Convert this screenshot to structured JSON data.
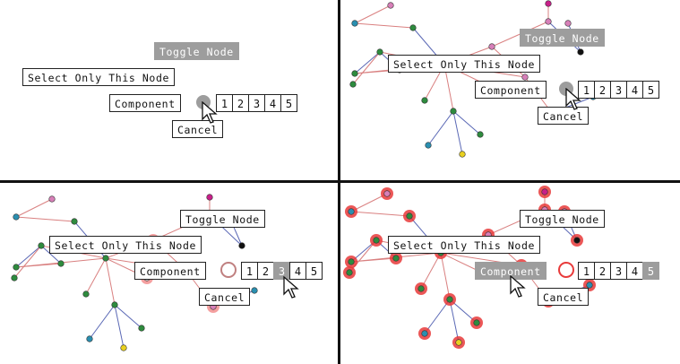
{
  "menu": {
    "toggle_node": "Toggle Node",
    "select_only": "Select Only This Node",
    "component": "Component",
    "cancel": "Cancel",
    "component_numbers": [
      "1",
      "2",
      "3",
      "4",
      "5"
    ]
  },
  "panels": [
    {
      "id": "top-left",
      "highlight_number": null,
      "component_highlighted": false,
      "show_graph": false
    },
    {
      "id": "top-right",
      "highlight_number": null,
      "component_highlighted": false,
      "show_graph": true
    },
    {
      "id": "bottom-left",
      "highlight_number": "3",
      "component_highlighted": false,
      "show_graph": true
    },
    {
      "id": "bottom-right",
      "highlight_number": "5",
      "component_highlighted": true,
      "show_graph": true
    }
  ],
  "colors": {
    "edge_red": "#d98080",
    "edge_blue": "#5a68b5",
    "node_green": "#2e8b3e",
    "node_teal": "#2a8fb0",
    "node_pink": "#d77fb8",
    "node_magenta": "#c8208a",
    "node_yellow": "#e8d020",
    "node_black": "#111111",
    "selected_ring": "#e83a3a",
    "menu_gray": "#9d9d9d"
  }
}
